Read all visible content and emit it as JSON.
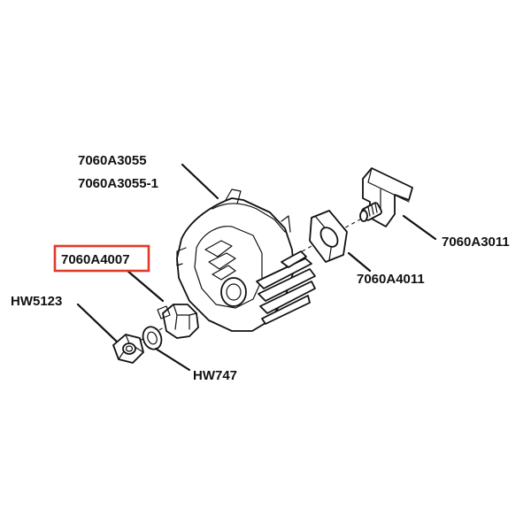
{
  "labels": {
    "housing_1": "7060A3055",
    "housing_2": "7060A3055-1",
    "clip": "7060A3011",
    "gasket": "7060A4011",
    "bushing": "7060A4007",
    "nut": "HW5123",
    "washer": "HW747"
  },
  "highlight": {
    "color": "#e03a2b",
    "part": "7060A4007"
  },
  "colors": {
    "line": "#111111",
    "background": "#ffffff"
  }
}
